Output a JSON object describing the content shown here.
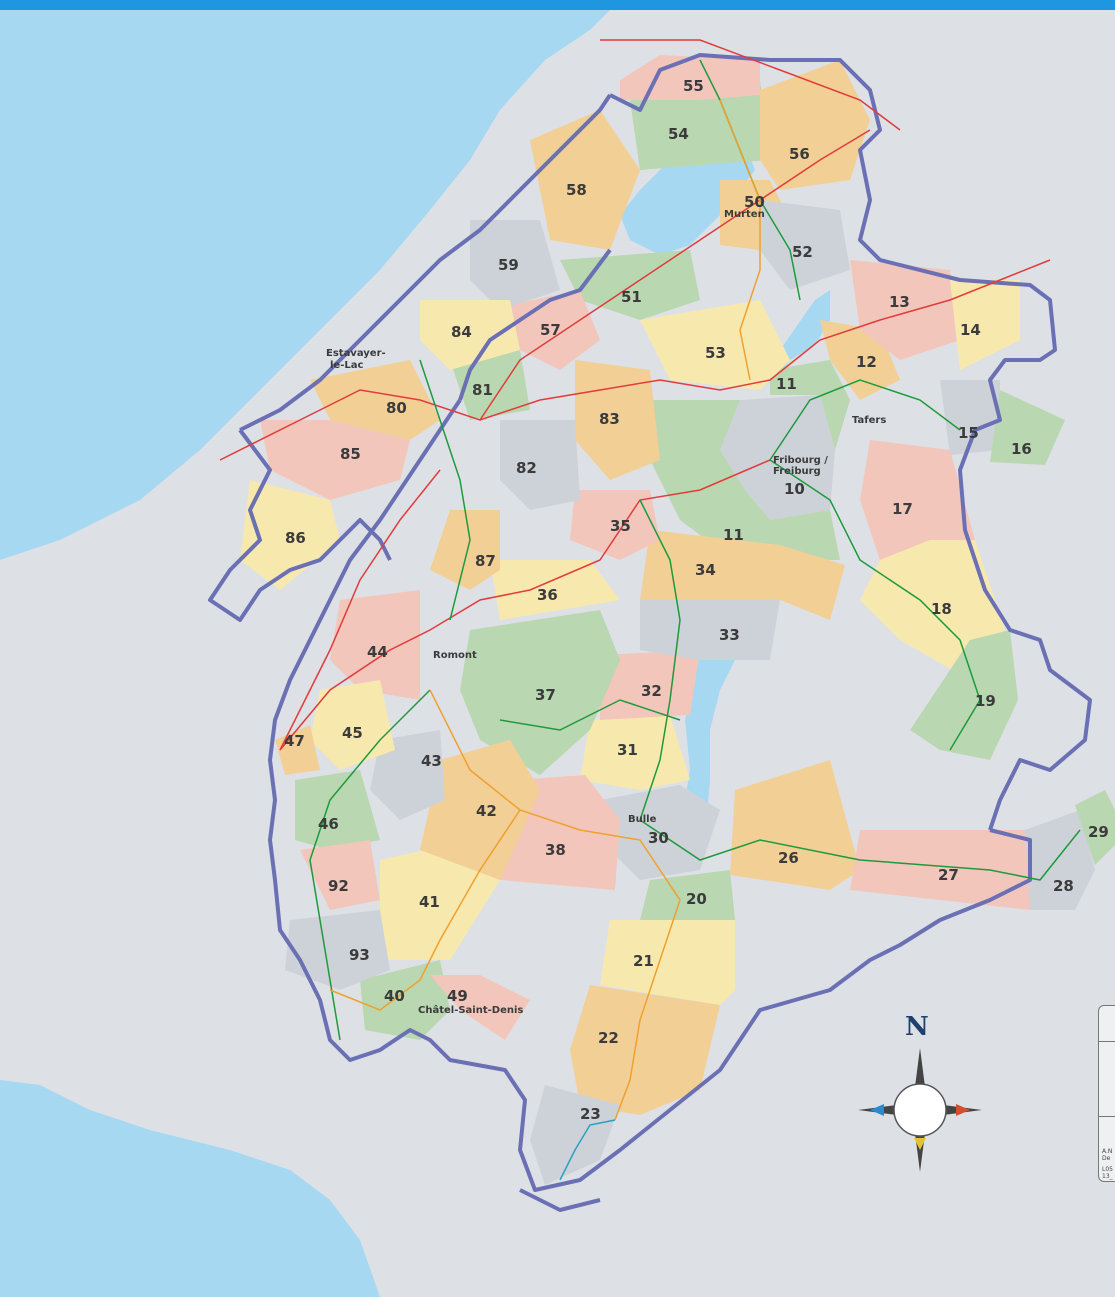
{
  "colors": {
    "water": "#a6d8f2",
    "land": "#dde1e6",
    "border": "#6a70b3",
    "rail_red": "#e23b3b",
    "bus_green": "#1e9a3c",
    "rail_orange": "#f0a030",
    "rail_blue": "#2aa0c0",
    "zone_green": "#b9d7b0",
    "zone_orange": "#f2cf95",
    "zone_yellow": "#f7e9ae",
    "zone_pink": "#f2c6ba",
    "zone_gray": "#cdd2d8"
  },
  "zones": [
    {
      "num": "10",
      "color": "gray"
    },
    {
      "num": "11",
      "color": "green"
    },
    {
      "num": "11",
      "color": "green"
    },
    {
      "num": "12",
      "color": "orange"
    },
    {
      "num": "13",
      "color": "pink"
    },
    {
      "num": "14",
      "color": "yellow"
    },
    {
      "num": "15",
      "color": "gray"
    },
    {
      "num": "16",
      "color": "green"
    },
    {
      "num": "17",
      "color": "pink"
    },
    {
      "num": "18",
      "color": "yellow"
    },
    {
      "num": "19",
      "color": "green"
    },
    {
      "num": "20",
      "color": "green"
    },
    {
      "num": "21",
      "color": "yellow"
    },
    {
      "num": "22",
      "color": "orange"
    },
    {
      "num": "23",
      "color": "gray"
    },
    {
      "num": "26",
      "color": "orange"
    },
    {
      "num": "27",
      "color": "pink"
    },
    {
      "num": "28",
      "color": "gray"
    },
    {
      "num": "29",
      "color": "green"
    },
    {
      "num": "30",
      "color": "gray"
    },
    {
      "num": "31",
      "color": "yellow"
    },
    {
      "num": "32",
      "color": "pink"
    },
    {
      "num": "33",
      "color": "gray"
    },
    {
      "num": "34",
      "color": "orange"
    },
    {
      "num": "35",
      "color": "pink"
    },
    {
      "num": "36",
      "color": "yellow"
    },
    {
      "num": "37",
      "color": "green"
    },
    {
      "num": "38",
      "color": "pink"
    },
    {
      "num": "40",
      "color": "green"
    },
    {
      "num": "41",
      "color": "yellow"
    },
    {
      "num": "42",
      "color": "orange"
    },
    {
      "num": "43",
      "color": "gray"
    },
    {
      "num": "44",
      "color": "pink"
    },
    {
      "num": "45",
      "color": "yellow"
    },
    {
      "num": "46",
      "color": "green"
    },
    {
      "num": "47",
      "color": "orange"
    },
    {
      "num": "49",
      "color": "pink"
    },
    {
      "num": "50",
      "color": "orange"
    },
    {
      "num": "51",
      "color": "green"
    },
    {
      "num": "52",
      "color": "gray"
    },
    {
      "num": "53",
      "color": "yellow"
    },
    {
      "num": "54",
      "color": "green"
    },
    {
      "num": "55",
      "color": "pink"
    },
    {
      "num": "56",
      "color": "orange"
    },
    {
      "num": "57",
      "color": "pink"
    },
    {
      "num": "58",
      "color": "orange"
    },
    {
      "num": "59",
      "color": "gray"
    },
    {
      "num": "80",
      "color": "orange"
    },
    {
      "num": "81",
      "color": "green"
    },
    {
      "num": "82",
      "color": "gray"
    },
    {
      "num": "83",
      "color": "orange"
    },
    {
      "num": "84",
      "color": "yellow"
    },
    {
      "num": "85",
      "color": "pink"
    },
    {
      "num": "86",
      "color": "yellow"
    },
    {
      "num": "87",
      "color": "orange"
    },
    {
      "num": "92",
      "color": "pink"
    },
    {
      "num": "93",
      "color": "gray"
    }
  ],
  "places": [
    {
      "name": "Murten"
    },
    {
      "name": "Estavayer-"
    },
    {
      "name": "le-Lac"
    },
    {
      "name": "Tafers"
    },
    {
      "name": "Fribourg /"
    },
    {
      "name": "Freiburg"
    },
    {
      "name": "Romont"
    },
    {
      "name": "Bulle"
    },
    {
      "name": "Châtel-Saint-Denis"
    }
  ],
  "compass": {
    "label": "N"
  },
  "legend": {
    "line1": "A.N",
    "line2": "De",
    "line3": "L05",
    "line4": "13_"
  }
}
